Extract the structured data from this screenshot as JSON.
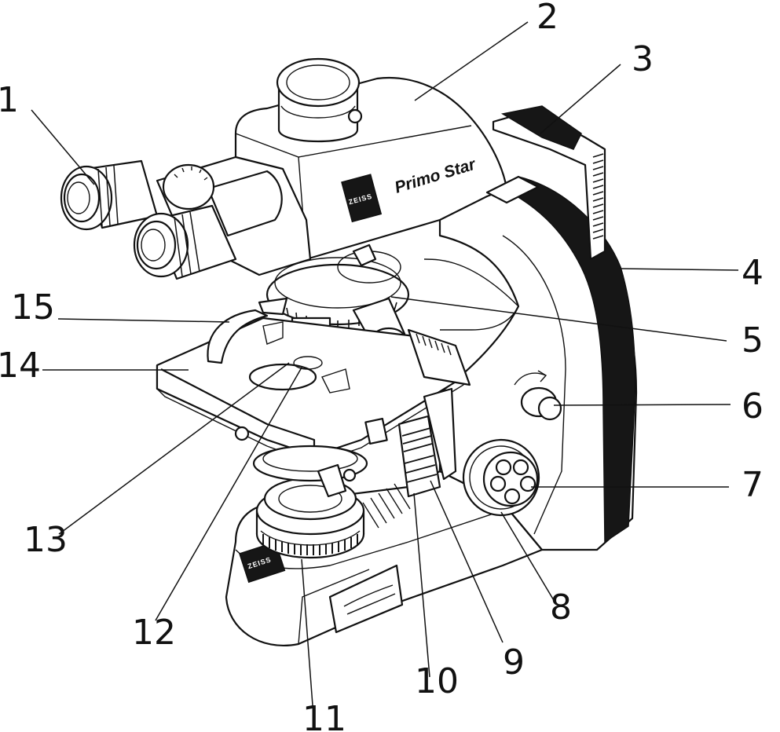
{
  "brand": {
    "model_name": "Primo Star",
    "logo_text": "ZEISS"
  },
  "labels": [
    {
      "id": "1",
      "text": "1"
    },
    {
      "id": "2",
      "text": "2"
    },
    {
      "id": "3",
      "text": "3"
    },
    {
      "id": "4",
      "text": "4"
    },
    {
      "id": "5",
      "text": "5"
    },
    {
      "id": "6",
      "text": "6"
    },
    {
      "id": "7",
      "text": "7"
    },
    {
      "id": "8",
      "text": "8"
    },
    {
      "id": "9",
      "text": "9"
    },
    {
      "id": "10",
      "text": "10"
    },
    {
      "id": "11",
      "text": "11"
    },
    {
      "id": "12",
      "text": "12"
    },
    {
      "id": "13",
      "text": "13"
    },
    {
      "id": "14",
      "text": "14"
    },
    {
      "id": "15",
      "text": "15"
    }
  ]
}
